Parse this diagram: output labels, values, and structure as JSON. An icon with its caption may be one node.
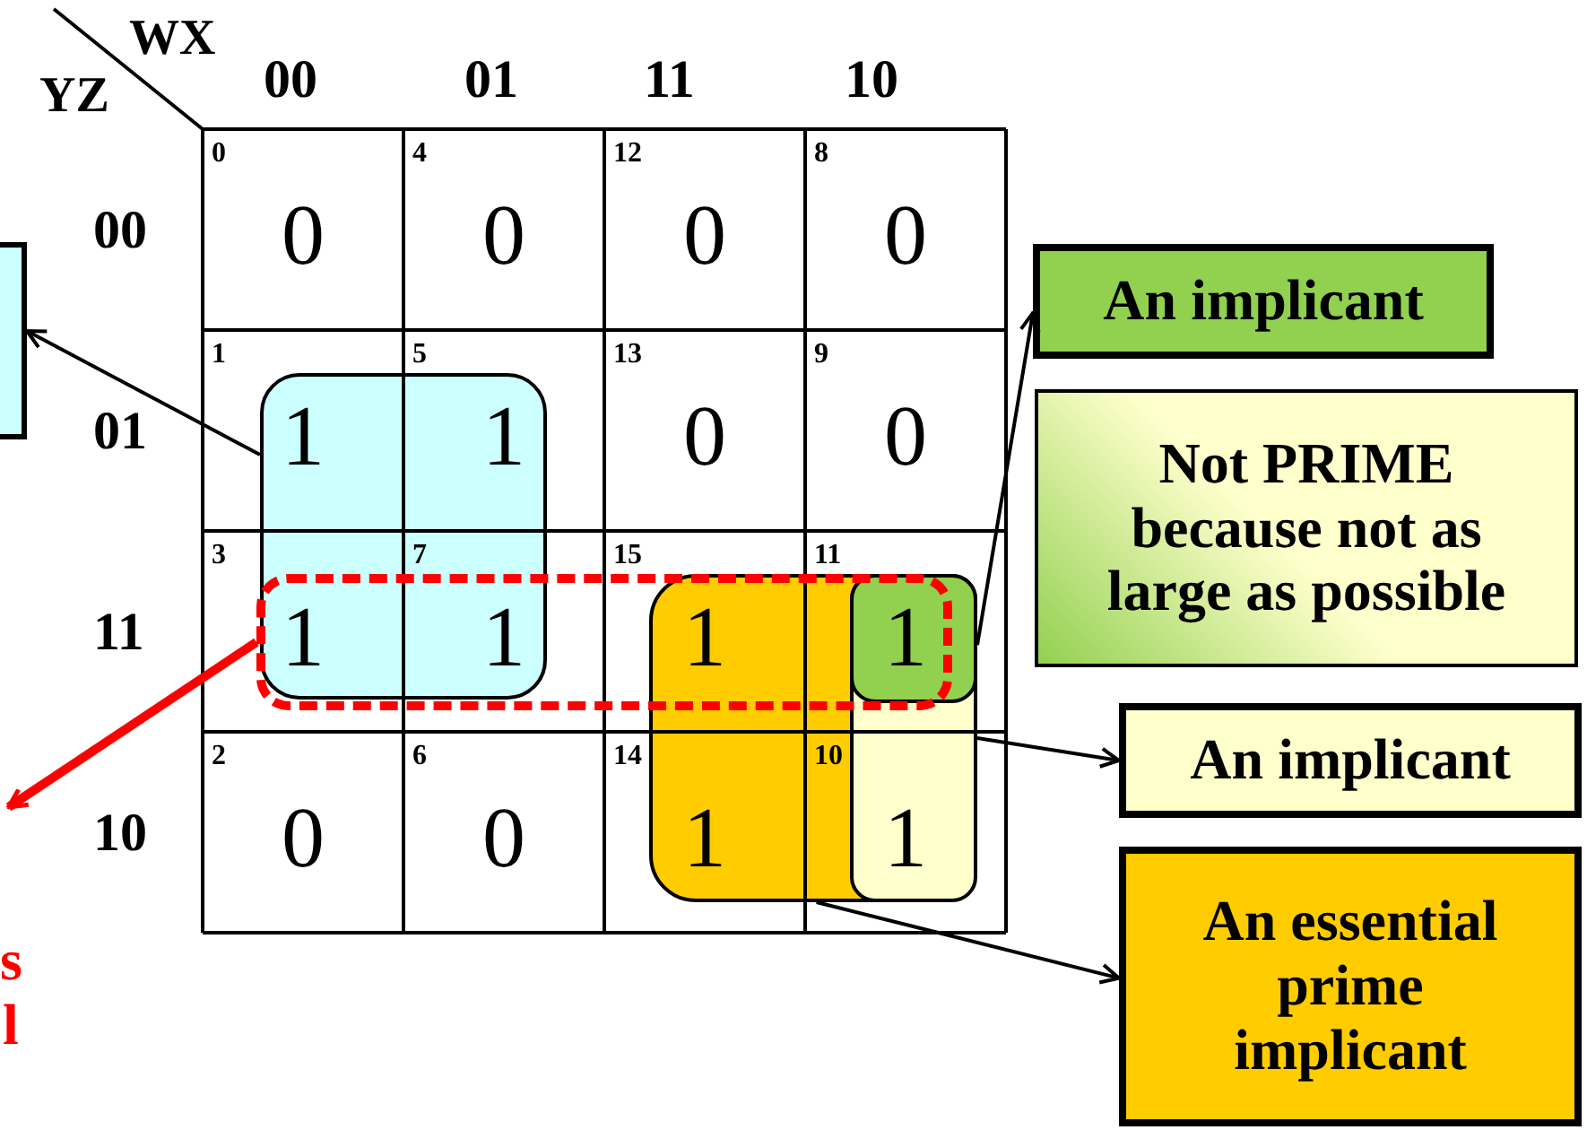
{
  "diagram": {
    "nodes": [
      {
        "text": [],
        "shape": "box"
      },
      {
        "text": [
          "An implicant"
        ]
      },
      {
        "text": [],
        "shape": "box"
      },
      {
        "text": [
          "Not PRIME because not as large as possible"
        ]
      },
      {
        "text": [],
        "shape": "box"
      },
      {
        "text": [],
        "shape": "box"
      },
      {
        "text": [],
        "shape": "box",
        "in": 5
      },
      {
        "text": [],
        "shape": "box",
        "in": 6
      },
      {
        "text": [
          "An implicant"
        ]
      },
      {
        "text": [
          "An essential prime implicant"
        ]
      },
      {
        "text": [
          "s l"
        ]
      }
    ],
    "edges": [
      {
        "from": 2,
        "to": 0,
        "arrow": "to"
      },
      {
        "from": 4,
        "to": 10,
        "arrow": "to",
        "style": "thick",
        "color": "#ff0000"
      },
      {
        "from": 7,
        "to": 1,
        "arrow": "to"
      },
      {
        "from": 6,
        "to": 8,
        "arrow": "to"
      },
      {
        "from": 5,
        "to": 9,
        "arrow": "to"
      }
    ],
    "labels": [
      "WX",
      "YZ",
      "00",
      "01",
      "11",
      "10",
      "00",
      "0",
      "0",
      "4",
      "0",
      "12",
      "0",
      "8",
      "0",
      "01",
      "1",
      "1",
      "5",
      "1",
      "13",
      "0",
      "9",
      "0",
      "11",
      "3",
      "1",
      "7",
      "1",
      "15",
      "1",
      "11",
      "1",
      "10",
      "2",
      "0",
      "6",
      "0",
      "14",
      "1",
      "10",
      "1"
    ]
  }
}
